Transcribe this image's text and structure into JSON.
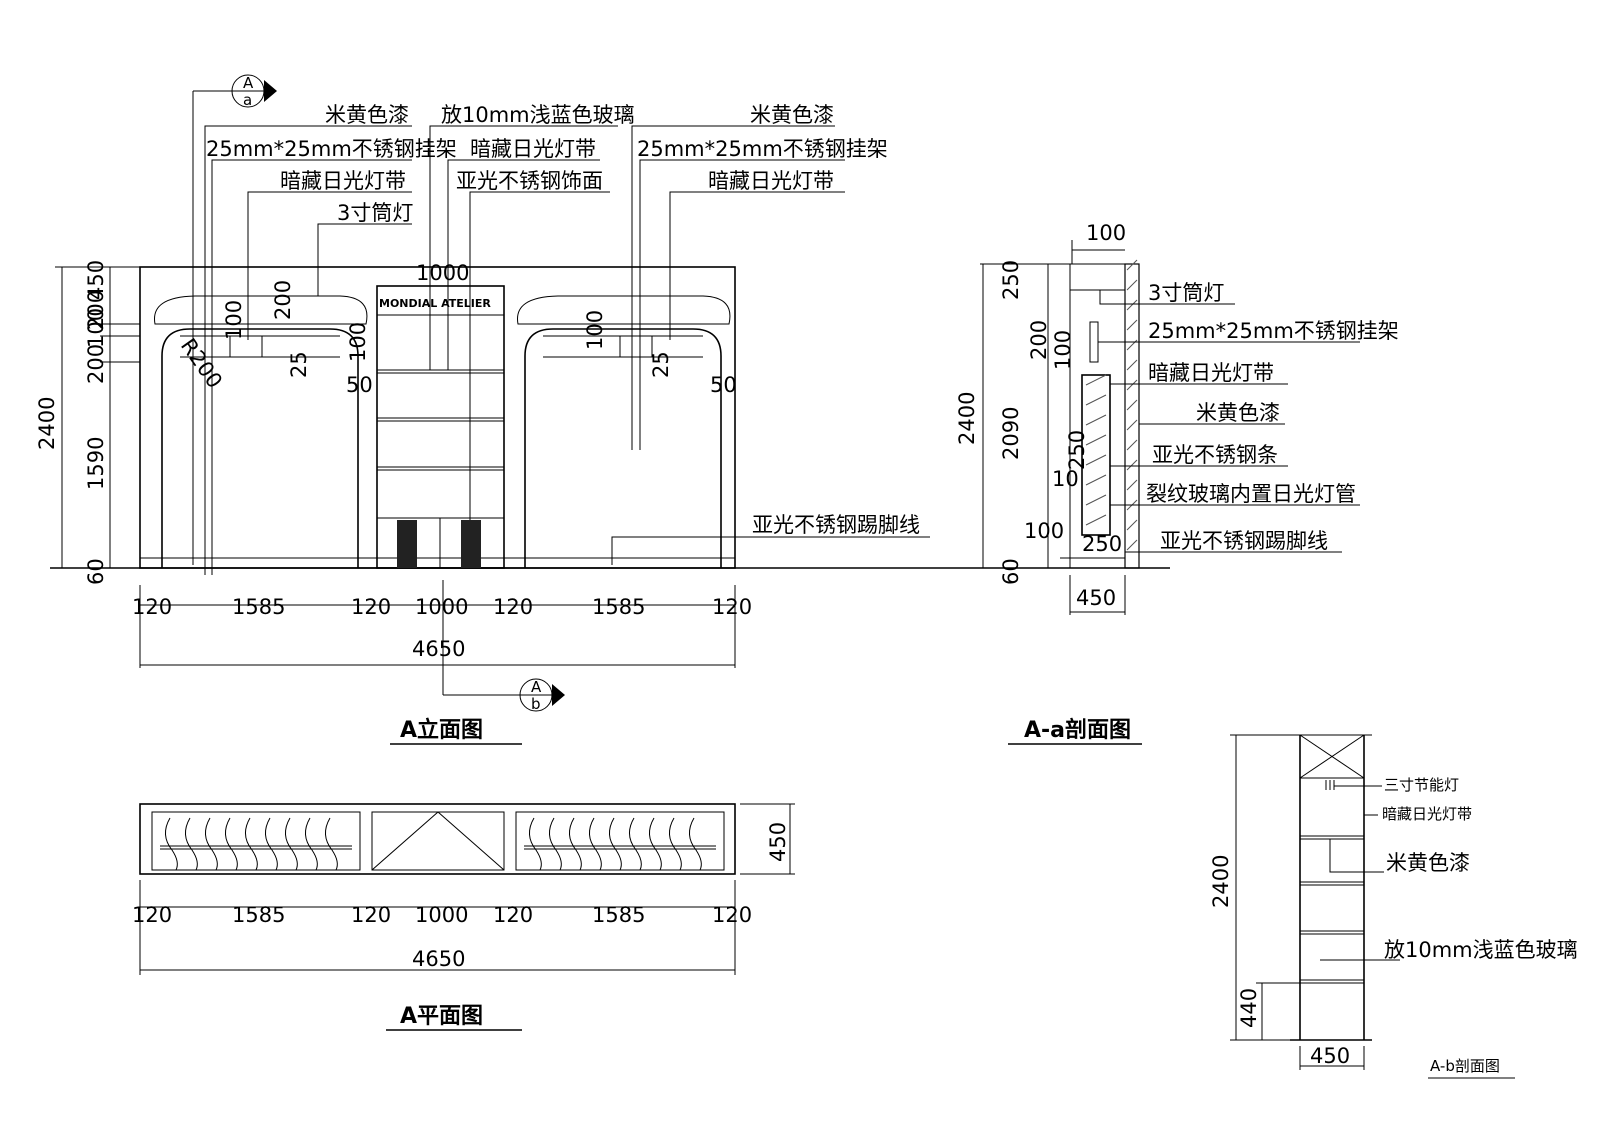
{
  "elevation_a": {
    "title": "A立面图",
    "labels_left": [
      "米黄色漆",
      "25mm*25mm不锈钢挂架",
      "暗藏日光灯带",
      "3寸筒灯"
    ],
    "labels_center": [
      "放10mm浅蓝色玻璃",
      "暗藏日光灯带",
      "亚光不锈钢饰面"
    ],
    "labels_right": [
      "米黄色漆",
      "25mm*25mm不锈钢挂架",
      "暗藏日光灯带"
    ],
    "baseboard": "亚光不锈钢踢脚线",
    "logo": "MONDIAL ATELIER",
    "dims_left": [
      "450",
      "200",
      "100",
      "200",
      "1590",
      "60"
    ],
    "dim_total_height": "2400",
    "dims_inner": [
      "100",
      "200",
      "25",
      "R200",
      "100",
      "50",
      "1000",
      "100",
      "25",
      "50"
    ],
    "dims_bottom": [
      "120",
      "1585",
      "120",
      "1000",
      "120",
      "1585",
      "120"
    ],
    "dim_total_width": "4650",
    "section_a": {
      "top": "A",
      "bottom": "a"
    },
    "section_b": {
      "top": "A",
      "bottom": "b"
    }
  },
  "section_aa": {
    "title": "A-a剖面图",
    "labels": [
      "3寸筒灯",
      "25mm*25mm不锈钢挂架",
      "暗藏日光灯带",
      "米黄色漆",
      "亚光不锈钢条",
      "裂纹玻璃内置日光灯管",
      "亚光不锈钢踢脚线"
    ],
    "dims": [
      "100",
      "250",
      "200",
      "100",
      "2090",
      "60",
      "2400",
      "250",
      "10",
      "100",
      "250",
      "450"
    ]
  },
  "plan_a": {
    "title": "A平面图",
    "dims_bottom": [
      "120",
      "1585",
      "120",
      "1000",
      "120",
      "1585",
      "120"
    ],
    "dim_total_width": "4650",
    "dim_depth": "450"
  },
  "section_ab": {
    "title": "A-b剖面图",
    "labels": [
      "三寸节能灯",
      "暗藏日光灯带",
      "米黄色漆",
      "放10mm浅蓝色玻璃"
    ],
    "dims": [
      "2400",
      "440",
      "450"
    ]
  }
}
